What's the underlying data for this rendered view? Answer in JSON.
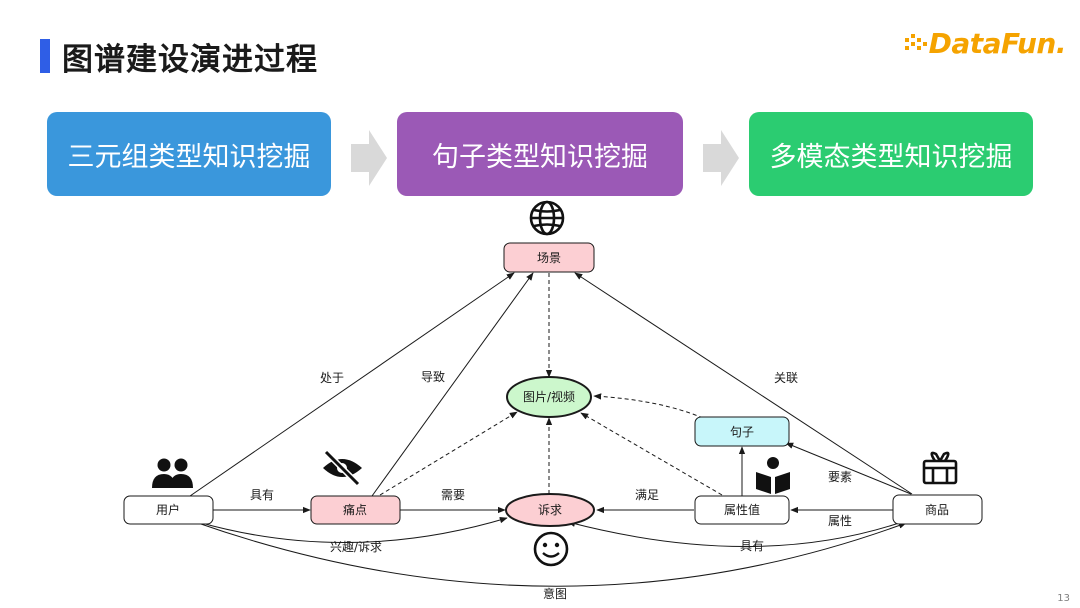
{
  "slide": {
    "title": "图谱建设演进过程",
    "page_number": "13",
    "logo_text": "DataFun."
  },
  "stages": [
    {
      "label": "三元组类型知识挖掘",
      "color": "#3a97dc"
    },
    {
      "label": "句子类型知识挖掘",
      "color": "#9b59b6"
    },
    {
      "label": "多模态类型知识挖掘",
      "color": "#2bcc71"
    }
  ],
  "diagram": {
    "nodes": {
      "scene": "场景",
      "media": "图片/视频",
      "sentence": "句子",
      "user": "用户",
      "pain": "痛点",
      "demand": "诉求",
      "attr_value": "属性值",
      "product": "商品"
    },
    "edges": {
      "user_scene": "处于",
      "pain_scene": "导致",
      "product_scene": "关联",
      "user_pain": "具有",
      "pain_demand": "需要",
      "attr_demand": "满足",
      "product_sentence": "要素",
      "product_attr": "属性",
      "user_demand": "兴趣/诉求",
      "product_demand": "具有",
      "user_product": "意图"
    },
    "icons": [
      "globe-icon",
      "users-icon",
      "eye-slash-icon",
      "book-reader-icon",
      "gift-icon",
      "smile-icon"
    ],
    "colors": {
      "pink": "#fccfd3",
      "green": "#ccf7cc",
      "cyan": "#c8f6fa",
      "white": "#ffffff"
    }
  }
}
